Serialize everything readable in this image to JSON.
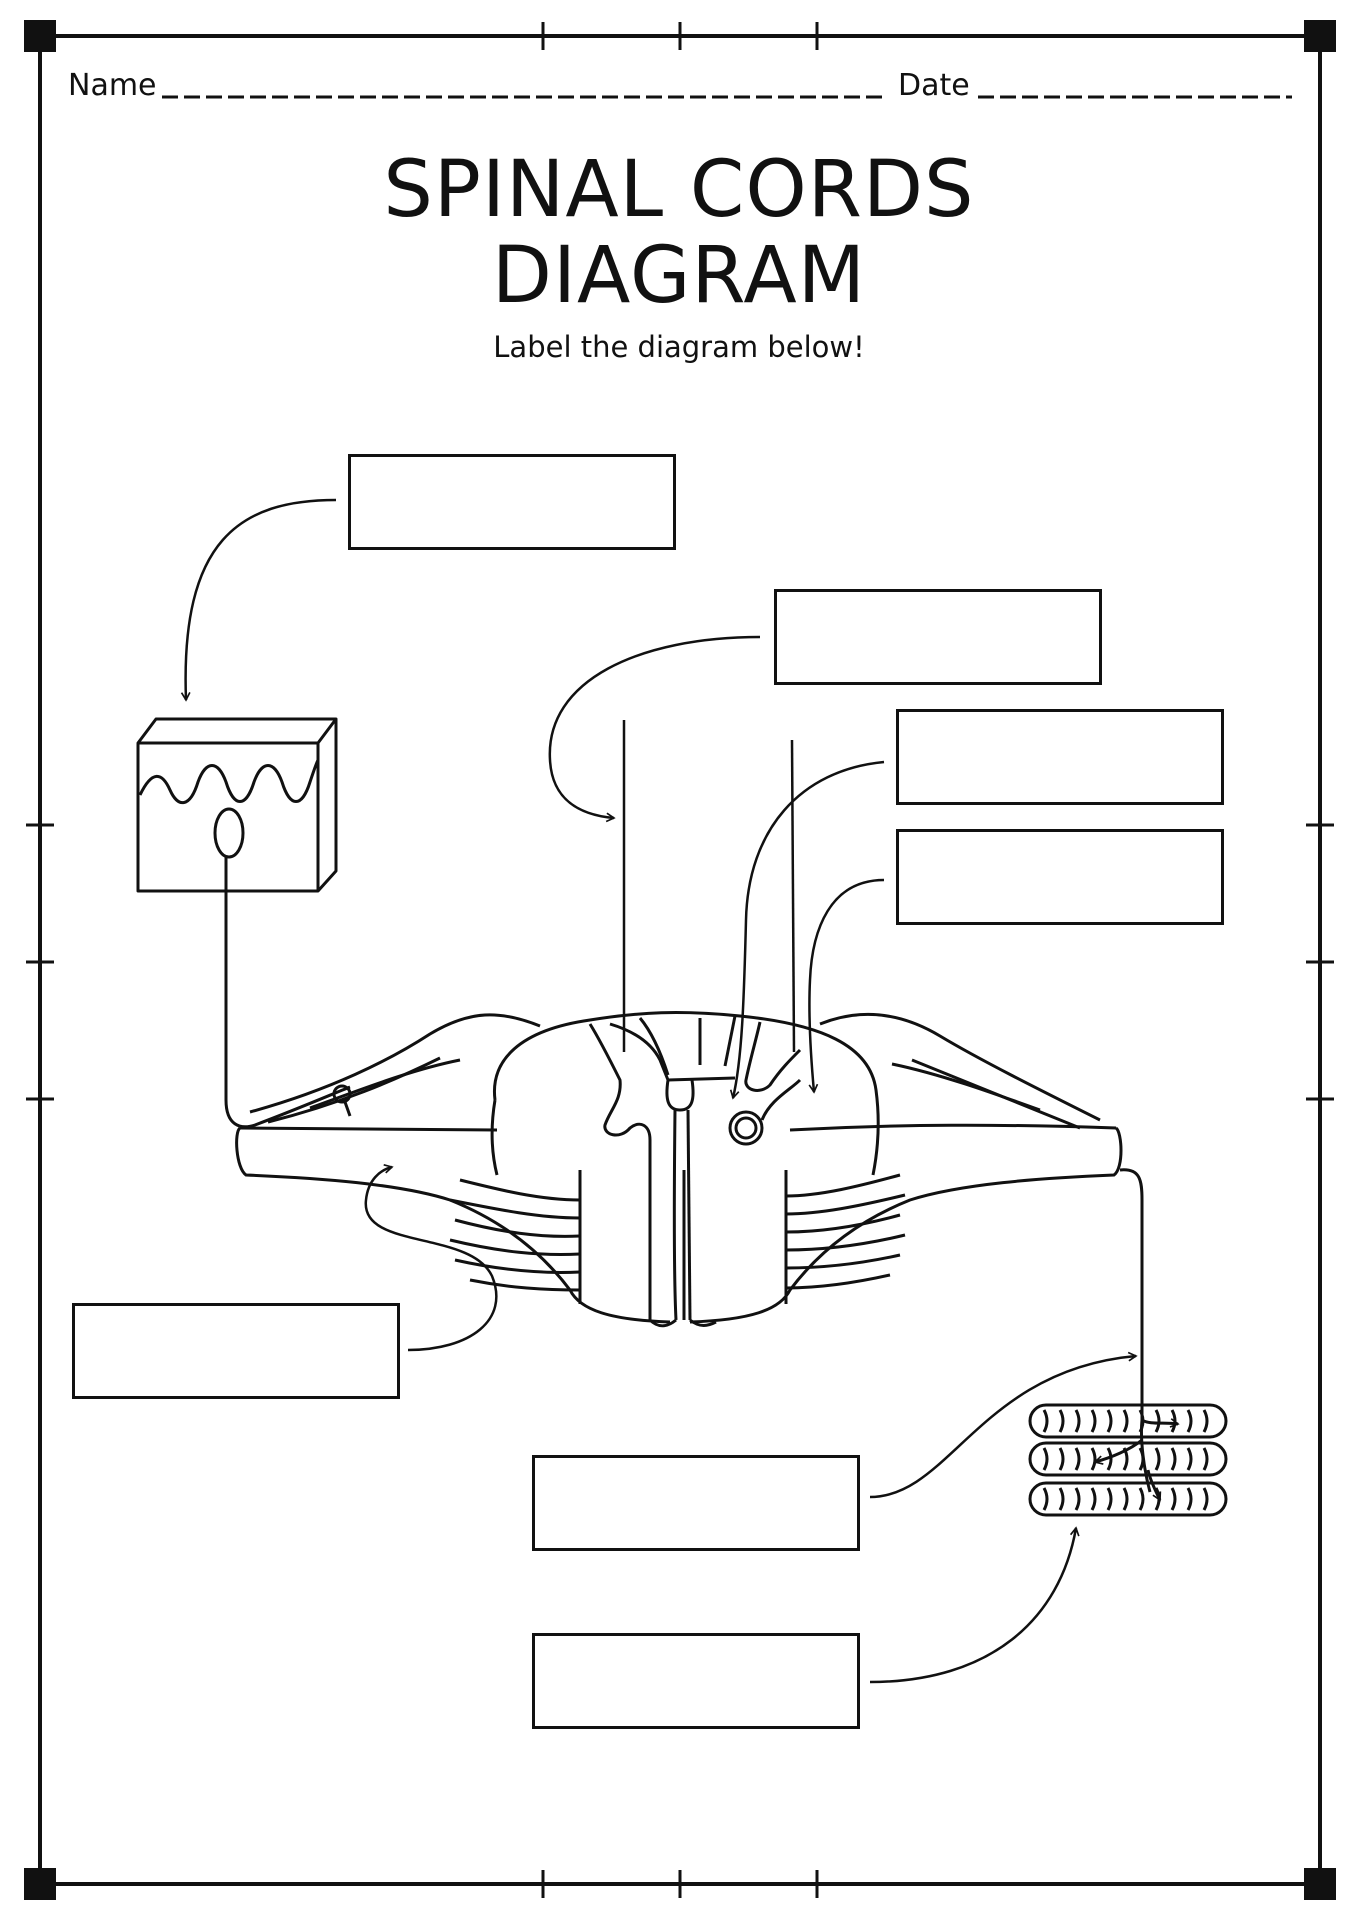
{
  "header": {
    "name_label": "Name",
    "date_label": "Date"
  },
  "title": {
    "line1": "SPINAL CORDS",
    "line2": "DIAGRAM"
  },
  "subtitle": "Label the diagram below!",
  "label_boxes": [
    "",
    "",
    "",
    "",
    "",
    "",
    "",
    ""
  ]
}
